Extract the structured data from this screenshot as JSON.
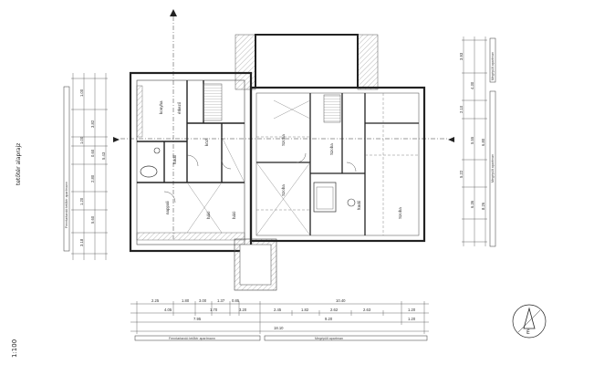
{
  "title_rotated": "tetőtér alaprajz",
  "scale_rotated": "1:100",
  "bottom_dims": {
    "row1": [
      "2.25",
      "1.80",
      "3.00",
      "1.37",
      "0.85",
      "10.40"
    ],
    "row2": [
      "4.05",
      "1.70",
      "3.20",
      "2.45",
      "1.82",
      "2.62",
      "2.63",
      "1.20"
    ],
    "row3": [
      "7.95",
      "9.20",
      "1.20"
    ],
    "total": "18.10",
    "labels": [
      "Fenntartandó tetőtér apartmann",
      "Megépült apartman"
    ]
  },
  "left_dims": [
    "1.00",
    "3.82",
    "1.00",
    "0.60",
    "2.80",
    "5.43",
    "1.20",
    "5.60",
    "3.18"
  ],
  "right_dims": [
    "3.93",
    "4.30",
    "2.10",
    "5.55",
    "6.80",
    "5.22",
    "6.36",
    "8.26"
  ],
  "left_strip_label": "Fenntartandó tetőtér apartmann",
  "right_strip_labels": [
    "Megépült apartman",
    "Megépült apartman"
  ],
  "rooms": {
    "left": [
      "konyha",
      "étkező",
      "nappali",
      "háló",
      "fürdő",
      "közl.",
      "háló"
    ],
    "right": [
      "Szoba",
      "Szoba",
      "Szoba",
      "Szoba",
      "fürdő"
    ]
  },
  "north_label": "É"
}
